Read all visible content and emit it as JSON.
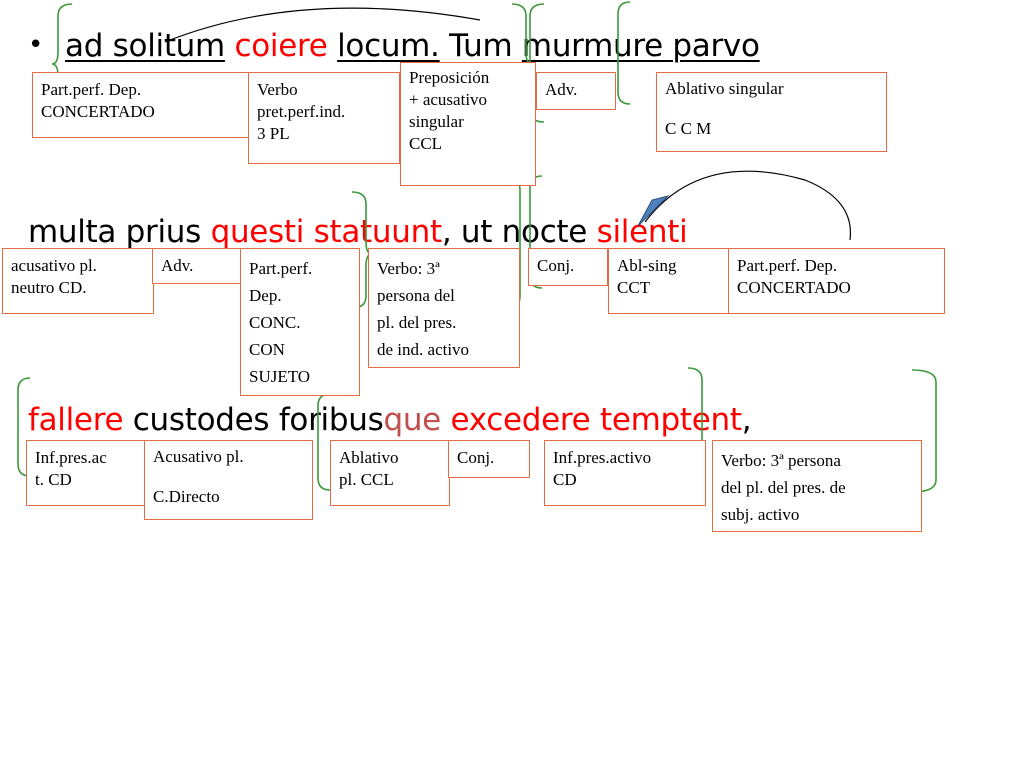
{
  "line1": {
    "bullet": "•",
    "words": [
      {
        "text": "ad solitum",
        "style": "u"
      },
      {
        "text": " "
      },
      {
        "text": "coiere",
        "style": "red"
      },
      {
        "text": " "
      },
      {
        "text": "locum.",
        "style": "u"
      },
      {
        "text": " Tum "
      },
      {
        "text": "murmure parvo",
        "style": "u"
      }
    ]
  },
  "line2": {
    "words": [
      {
        "text": "multa prius "
      },
      {
        "text": "questi",
        "style": "red"
      },
      {
        "text": " "
      },
      {
        "text": "statuunt",
        "style": "red"
      },
      {
        "text": ", ut nocte "
      },
      {
        "text": "silenti",
        "style": "red"
      }
    ]
  },
  "line3": {
    "words": [
      {
        "text": "fallere",
        "style": "red"
      },
      {
        "text": " custodes foribus"
      },
      {
        "text": "que",
        "style": "brown"
      },
      {
        "text": " "
      },
      {
        "text": "excedere",
        "style": "red"
      },
      {
        "text": " "
      },
      {
        "text": "temptent",
        "style": "red"
      },
      {
        "text": ","
      }
    ]
  },
  "boxes": {
    "b1": "Part.perf. Dep.\nCONCERTADO",
    "b2": "Verbo\npret.perf.ind.\n3 PL",
    "b3": "Preposición\n+ acusativo\nsingular\nCCL",
    "b4": "Adv.",
    "b5": "Ablativo  singular\n\nC C M",
    "b6": "acusativo pl.\nneutro   CD.",
    "b7": "Adv.",
    "b8": "Part.perf.\nDep.\nCONC.\nCON\nSUJETO",
    "b9": "Verbo: 3ª\npersona del\npl.  del pres.\nde ind.  activo",
    "b10": "Conj.",
    "b11": "Abl-sing\nCCT",
    "b12": "Part.perf. Dep.\nCONCERTADO",
    "b13": "Inf.pres.ac\nt.    CD",
    "b14": "Acusativo pl.\n\nC.Directo",
    "b15": "Ablativo\npl. CCL",
    "b16": "Conj.",
    "b17": "Inf.pres.activo\nCD",
    "b18": "Verbo: 3ª persona\ndel  pl.  del pres. de\nsubj.  activo"
  },
  "colors": {
    "red": "#ff0000",
    "brown": "#c0504d",
    "box_border": "#e46c42",
    "bracket": "#3a9a3a",
    "arrow": "#4f81bd"
  }
}
